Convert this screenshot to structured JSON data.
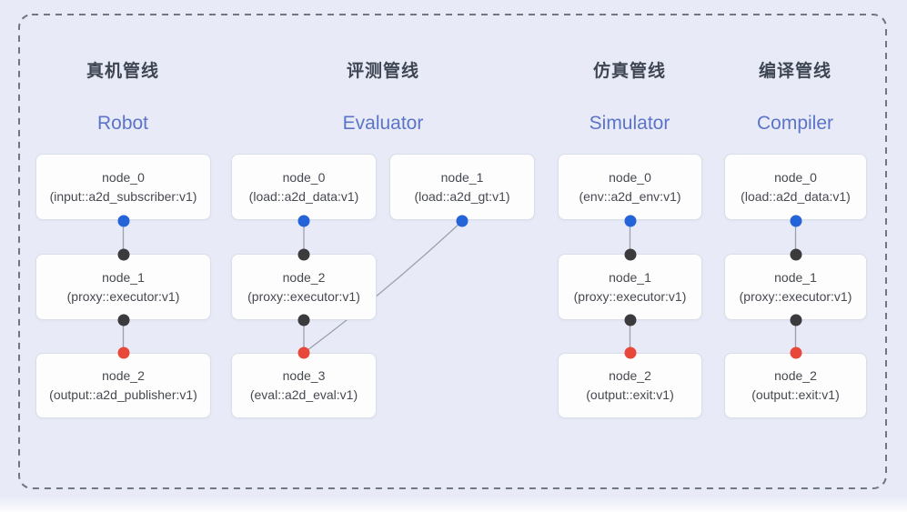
{
  "diagram": {
    "pipelines": [
      {
        "title_zh": "真机管线",
        "title_en": "Robot",
        "nodes": [
          {
            "name": "node_0",
            "type": "(input::a2d_subscriber:v1)"
          },
          {
            "name": "node_1",
            "type": "(proxy::executor:v1)"
          },
          {
            "name": "node_2",
            "type": "(output::a2d_publisher:v1)"
          }
        ]
      },
      {
        "title_zh": "评测管线",
        "title_en": "Evaluator",
        "nodes": [
          {
            "name": "node_0",
            "type": "(load::a2d_data:v1)"
          },
          {
            "name": "node_1",
            "type": "(load::a2d_gt:v1)"
          },
          {
            "name": "node_2",
            "type": "(proxy::executor:v1)"
          },
          {
            "name": "node_3",
            "type": "(eval::a2d_eval:v1)"
          }
        ]
      },
      {
        "title_zh": "仿真管线",
        "title_en": "Simulator",
        "nodes": [
          {
            "name": "node_0",
            "type": "(env::a2d_env:v1)"
          },
          {
            "name": "node_1",
            "type": "(proxy::executor:v1)"
          },
          {
            "name": "node_2",
            "type": "(output::exit:v1)"
          }
        ]
      },
      {
        "title_zh": "编译管线",
        "title_en": "Compiler",
        "nodes": [
          {
            "name": "node_0",
            "type": "(load::a2d_data:v1)"
          },
          {
            "name": "node_1",
            "type": "(proxy::executor:v1)"
          },
          {
            "name": "node_2",
            "type": "(output::exit:v1)"
          }
        ]
      }
    ],
    "colors": {
      "background": "#e8ebf7",
      "frame_border": "#6f7786",
      "edge": "#9aa1ae",
      "node_bg": "#fdfdfe",
      "node_border": "#d9dee8",
      "node_text": "#46494f",
      "title_zh": "#3e4553",
      "title_en": "#5b74c7",
      "dot_blue": "#2563d9",
      "dot_dark": "#3b3b3d",
      "dot_red": "#e8483a"
    }
  }
}
